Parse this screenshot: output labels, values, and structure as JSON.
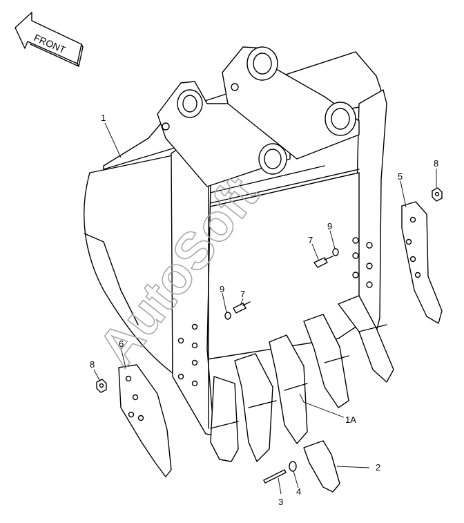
{
  "diagram": {
    "direction_label": "FRONT",
    "watermark": "AutoSoft",
    "callouts": [
      {
        "id": "callout-1",
        "text": "1"
      },
      {
        "id": "callout-1a",
        "text": "1A"
      },
      {
        "id": "callout-2",
        "text": "2"
      },
      {
        "id": "callout-3",
        "text": "3"
      },
      {
        "id": "callout-4",
        "text": "4"
      },
      {
        "id": "callout-5",
        "text": "5"
      },
      {
        "id": "callout-6",
        "text": "6"
      },
      {
        "id": "callout-7a",
        "text": "7"
      },
      {
        "id": "callout-7b",
        "text": "7"
      },
      {
        "id": "callout-8a",
        "text": "8"
      },
      {
        "id": "callout-8b",
        "text": "8"
      },
      {
        "id": "callout-9a",
        "text": "9"
      },
      {
        "id": "callout-9b",
        "text": "9"
      }
    ]
  },
  "colors": {
    "line": "#000000",
    "background": "#ffffff",
    "watermark": "#a8a8a8"
  }
}
